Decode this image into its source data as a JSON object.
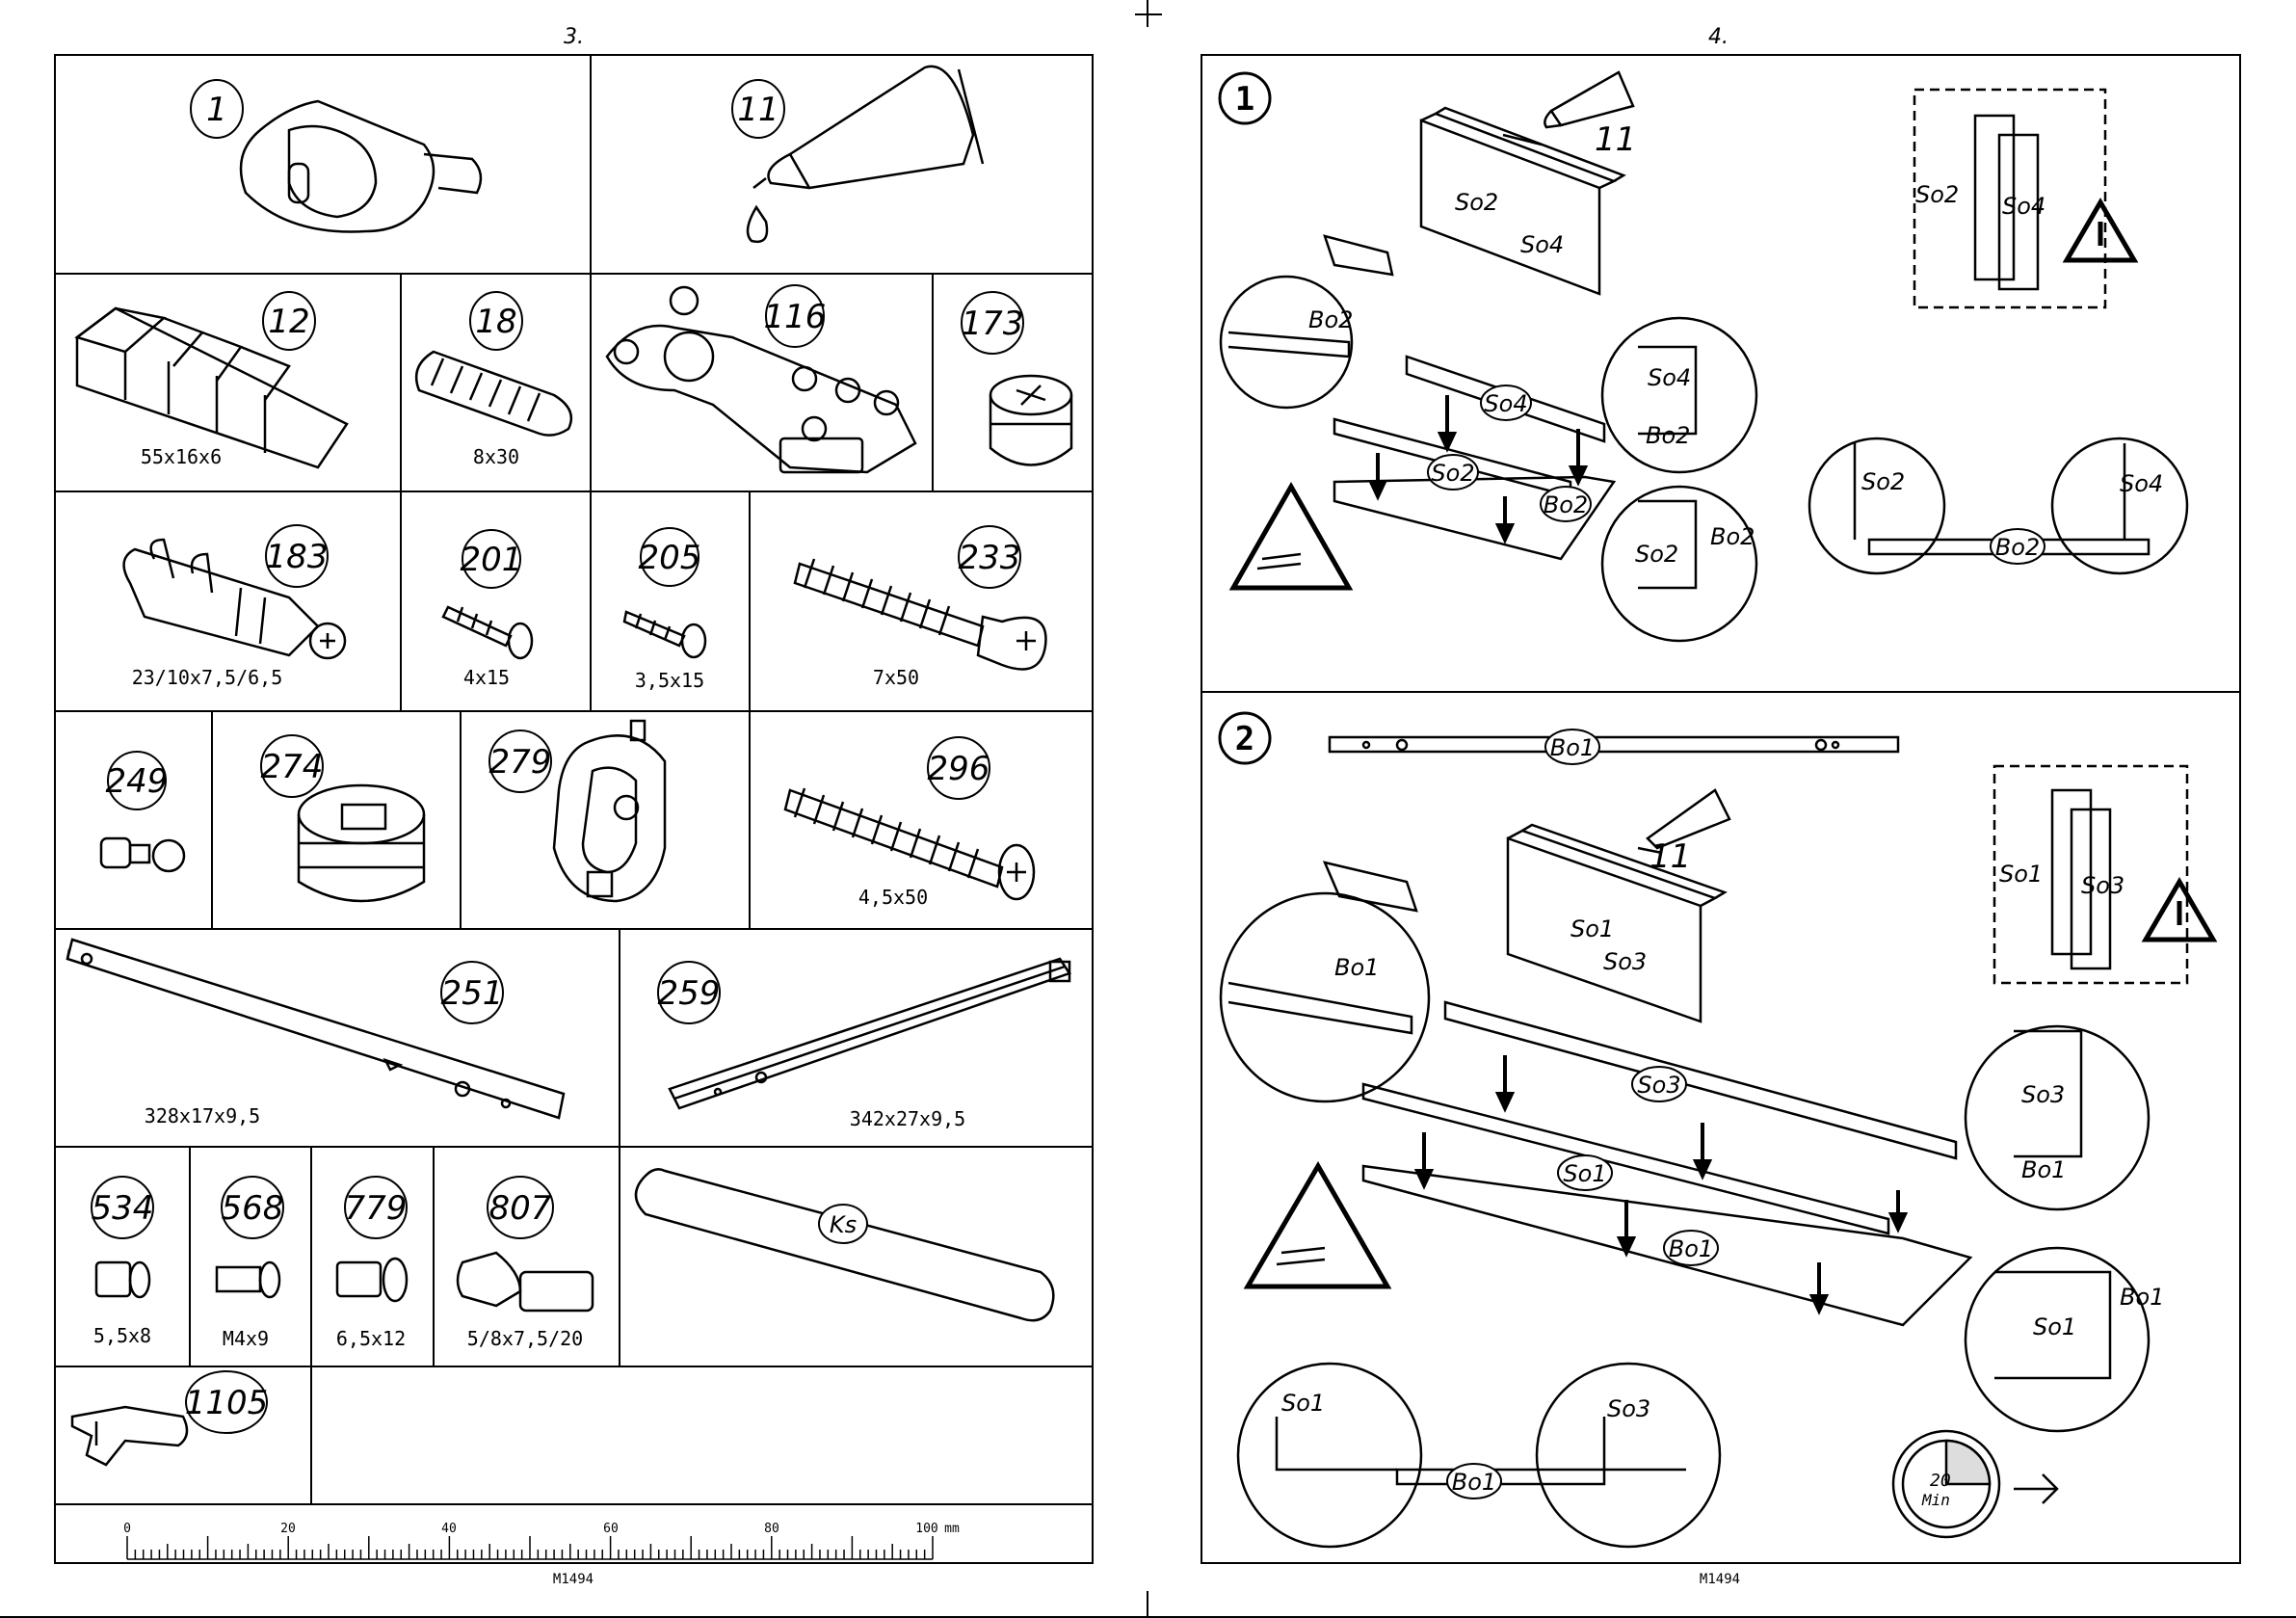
{
  "left_page": {
    "page_number": "3.",
    "code": "M1494",
    "parts": [
      {
        "id": "1",
        "dim": ""
      },
      {
        "id": "11",
        "dim": ""
      },
      {
        "id": "12",
        "dim": "55x16x6"
      },
      {
        "id": "18",
        "dim": "8x30"
      },
      {
        "id": "116",
        "dim": ""
      },
      {
        "id": "173",
        "dim": ""
      },
      {
        "id": "183",
        "dim": "23/10x7,5/6,5"
      },
      {
        "id": "201",
        "dim": "4x15"
      },
      {
        "id": "205",
        "dim": "3,5x15"
      },
      {
        "id": "233",
        "dim": "7x50"
      },
      {
        "id": "249",
        "dim": ""
      },
      {
        "id": "274",
        "dim": ""
      },
      {
        "id": "279",
        "dim": ""
      },
      {
        "id": "296",
        "dim": "4,5x50"
      },
      {
        "id": "251",
        "dim": "328x17x9,5"
      },
      {
        "id": "259",
        "dim": "342x27x9,5"
      },
      {
        "id": "534",
        "dim": "5,5x8"
      },
      {
        "id": "568",
        "dim": "M4x9"
      },
      {
        "id": "779",
        "dim": "6,5x12"
      },
      {
        "id": "807",
        "dim": "5/8x7,5/20"
      },
      {
        "id": "Ks",
        "dim": ""
      },
      {
        "id": "1105",
        "dim": ""
      }
    ],
    "ruler": {
      "ticks": [
        "0",
        "20",
        "40",
        "60",
        "80",
        "100"
      ],
      "unit": "mm"
    }
  },
  "right_page": {
    "page_number": "4.",
    "code": "M1494",
    "step1": {
      "number": "1",
      "glue_id": "11",
      "labels": {
        "so2": "So2",
        "so4": "So4",
        "bo2": "Bo2"
      }
    },
    "step2": {
      "number": "2",
      "glue_id": "11",
      "labels": {
        "so1": "So1",
        "so3": "So3",
        "bo1": "Bo1"
      },
      "time": {
        "value": "20",
        "unit": "Min"
      }
    }
  }
}
